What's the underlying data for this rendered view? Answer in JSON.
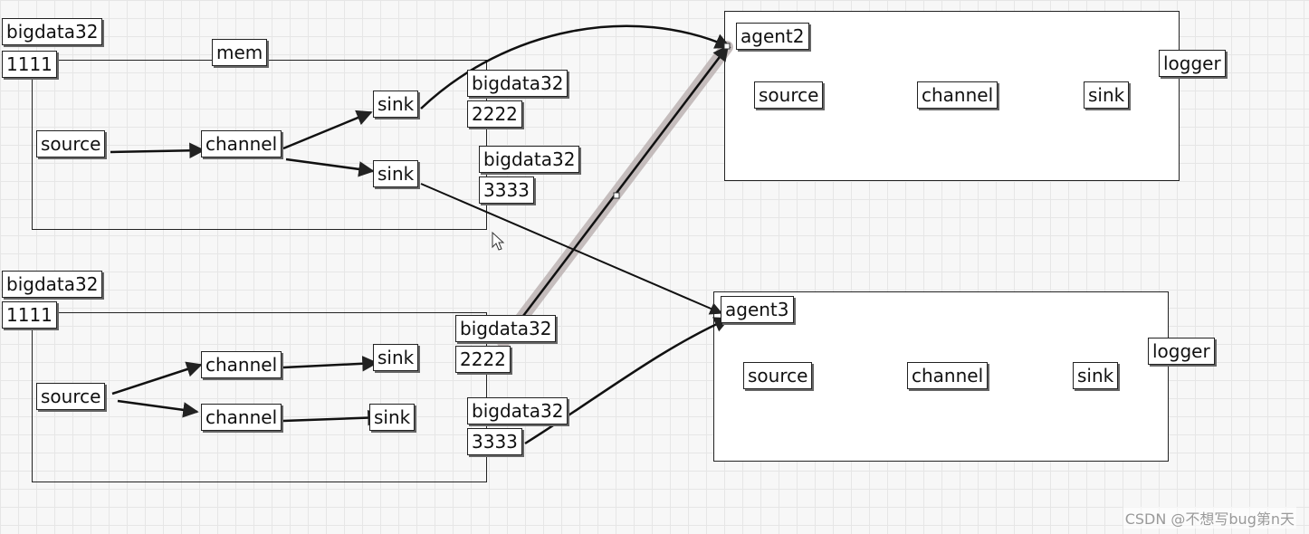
{
  "top_flow": {
    "host": "bigdata32",
    "port": "1111",
    "channel_type": "mem",
    "source": "source",
    "channel": "channel",
    "sink1": "sink",
    "sink2": "sink",
    "sink1_host": "bigdata32",
    "sink1_port": "2222",
    "sink2_host": "bigdata32",
    "sink2_port": "3333"
  },
  "bottom_flow": {
    "host": "bigdata32",
    "port": "1111",
    "source": "source",
    "channel1": "channel",
    "channel2": "channel",
    "sink1": "sink",
    "sink2": "sink",
    "sink1_host": "bigdata32",
    "sink1_port": "2222",
    "sink2_host": "bigdata32",
    "sink2_port": "3333"
  },
  "agent2": {
    "name": "agent2",
    "source": "source",
    "channel": "channel",
    "sink": "sink",
    "sink_type": "logger"
  },
  "agent3": {
    "name": "agent3",
    "source": "source",
    "channel": "channel",
    "sink": "sink",
    "sink_type": "logger"
  },
  "watermark": "CSDN @不想写bug第n天",
  "colors": {
    "stroke": "#222222",
    "highlight": "#bdb3b3",
    "background": "#f7f7f7",
    "grid": "#e6e6e6"
  }
}
